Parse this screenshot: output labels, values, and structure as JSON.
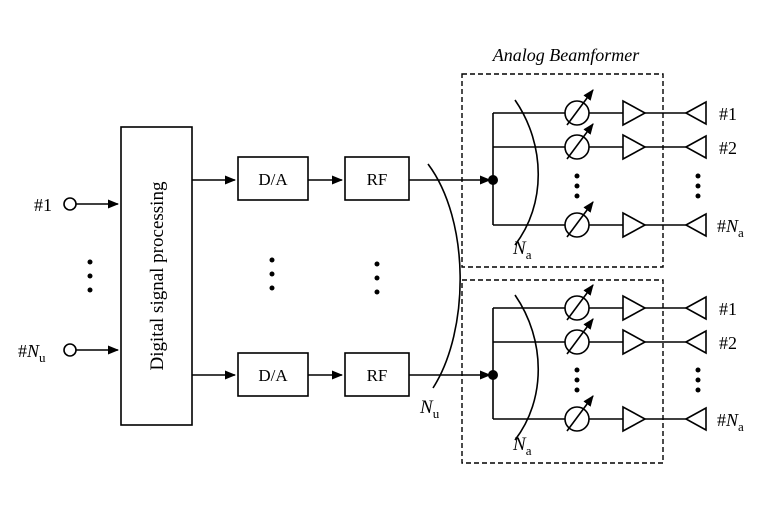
{
  "beamformer_title": "Analog Beamformer",
  "dsp_label": "Digital signal processing",
  "da_label": "D/A",
  "rf_label": "RF",
  "inputs": [
    {
      "prefix": "#",
      "main": "1",
      "sub": ""
    },
    {
      "prefix": "#",
      "main": "N",
      "sub": "u"
    }
  ],
  "antenna_labels": [
    {
      "prefix": "#",
      "main": "1",
      "sub": ""
    },
    {
      "prefix": "#",
      "main": "2",
      "sub": ""
    },
    {
      "prefix": "#",
      "main": "N",
      "sub": "a"
    }
  ],
  "na_label": {
    "main": "N",
    "sub": "a"
  },
  "nu_label": {
    "main": "N",
    "sub": "u"
  }
}
